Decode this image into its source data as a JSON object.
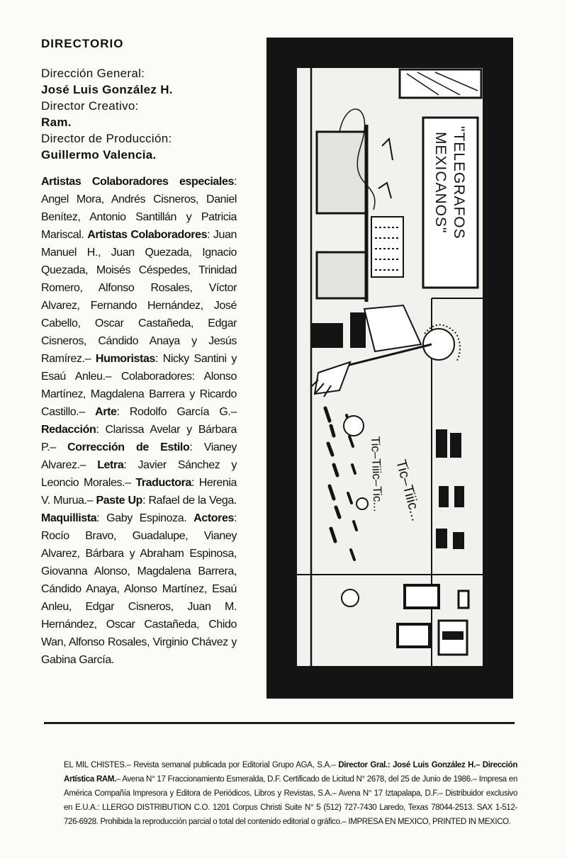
{
  "directory": {
    "title": "DIRECTORIO",
    "staff": [
      {
        "role": "Dirección General:",
        "name": "José Luis González H."
      },
      {
        "role": "Director Creativo:",
        "name": "Ram."
      },
      {
        "role": "Director de Producción:",
        "name": "Guillermo Valencia."
      }
    ],
    "credits": [
      {
        "label": "Artistas Colaboradores especiales",
        "text": ": Angel Mora, Andrés Cisneros, Daniel Benítez, Antonio Santillán y Patricia Mariscal. "
      },
      {
        "label": "Artistas Colaboradores",
        "text": ": Juan Manuel H., Juan Quezada, Ignacio Quezada, Moisés Céspedes, Trinidad Romero, Alfonso Rosales, Víctor Alvarez, Fernando Hernández, José Cabello, Oscar Castañeda, Edgar Cisneros, Cándido Anaya y Jesús Ramírez.– "
      },
      {
        "label": "Humoristas",
        "text": ": Nicky Santini y Esaú Anleu.– Colaboradores: Alonso Martínez, Magdalena Barrera y Ricardo Castillo.– "
      },
      {
        "label": "Arte",
        "text": ": Rodolfo García G.– "
      },
      {
        "label": "Redacción",
        "text": ": Clarissa Avelar y Bárbara P.– "
      },
      {
        "label": "Corrección de Estilo",
        "text": ": Vianey Alvarez.– "
      },
      {
        "label": "Letra",
        "text": ": Javier Sánchez y Leoncio Morales.– "
      },
      {
        "label": "Traductora",
        "text": ": Herenia V. Murua.– "
      },
      {
        "label": "Paste Up",
        "text": ": Rafael de la Vega. "
      },
      {
        "label": "Maquillista",
        "text": ": Gaby Espinoza. "
      },
      {
        "label": "Actores",
        "text": ": Rocío Bravo, Guadalupe, Vianey Alvarez, Bárbara y Abraham Espinosa, Giovanna Alonso, Magdalena Barrera, Cándido Anaya, Alonso Martínez, Esaú Anleu, Edgar Cisneros, Juan M. Hernández, Oscar Castañeda, Chido Wan, Alfonso Rosales, Virginio Chávez y Gabina García."
      }
    ]
  },
  "comic": {
    "sign_line1": "\"TELEGRAFOS",
    "sign_line2": "MEXICANOS\"",
    "sound1": "Tic–Tiiic...",
    "sound2": "Tic–Tiiic–Tic...",
    "ink_color": "#141414"
  },
  "colophon": [
    {
      "text": "EL MIL CHISTES.– Revista semanal publicada por Editorial Grupo AGA, S.A.– ",
      "bold": false
    },
    {
      "text": "Director Gral.: José Luis González H.– Dirección Artística RAM.",
      "bold": true
    },
    {
      "text": "– Avena N° 17 Fraccionamiento Esmeralda, D.F. Certificado de Licitud N° 2678, del 25 de Junio de 1986.– Impresa en América Compañía Impresora y Editora de Periódicos, Libros y Revistas, S.A.– Avena N° 17 Iztapalapa, D.F.– Distribuidor exclusivo en E.U.A.: LLERGO DISTRIBUTION C.O. 1201 Corpus Christi Suite N° 5 (512) 727-7430 Laredo, Texas 78044-2513. SAX 1-512-726-6928. Prohibida la reproducción parcial o total del contenido editorial o gráfico.– IMPRESA EN MEXICO, PRINTED IN MEXICO.",
      "bold": false
    }
  ]
}
